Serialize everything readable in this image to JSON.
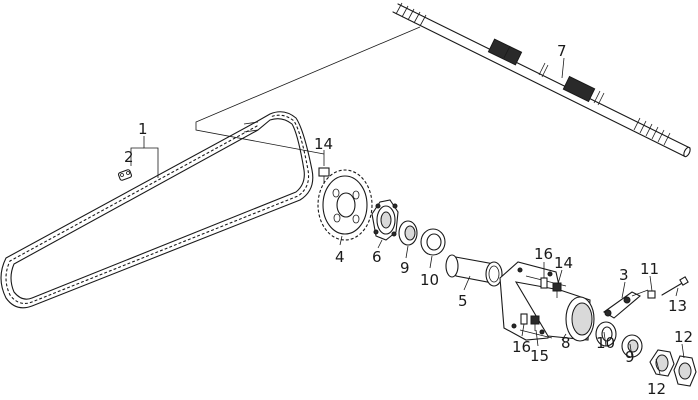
{
  "part_labels": {
    "chain": "1",
    "chain_clip": "2",
    "chain_adjuster": "3",
    "rear_sprocket": "4",
    "spacer_sleeve": "5",
    "sprocket_hub": "6",
    "axle_shaft": "7",
    "bearing_housing": "8",
    "bearing_left": "9",
    "bearing_right": "9",
    "seal_left": "10",
    "seal_right": "10",
    "adjuster_nut": "11",
    "lock_nut_upper": "12",
    "lock_nut_lower": "12",
    "adjuster_bolt": "13",
    "sprocket_bolt": "14",
    "housing_bolt_upper": "14",
    "housing_bolt_lower": "15",
    "stud_upper": "16",
    "stud_lower": "16"
  }
}
